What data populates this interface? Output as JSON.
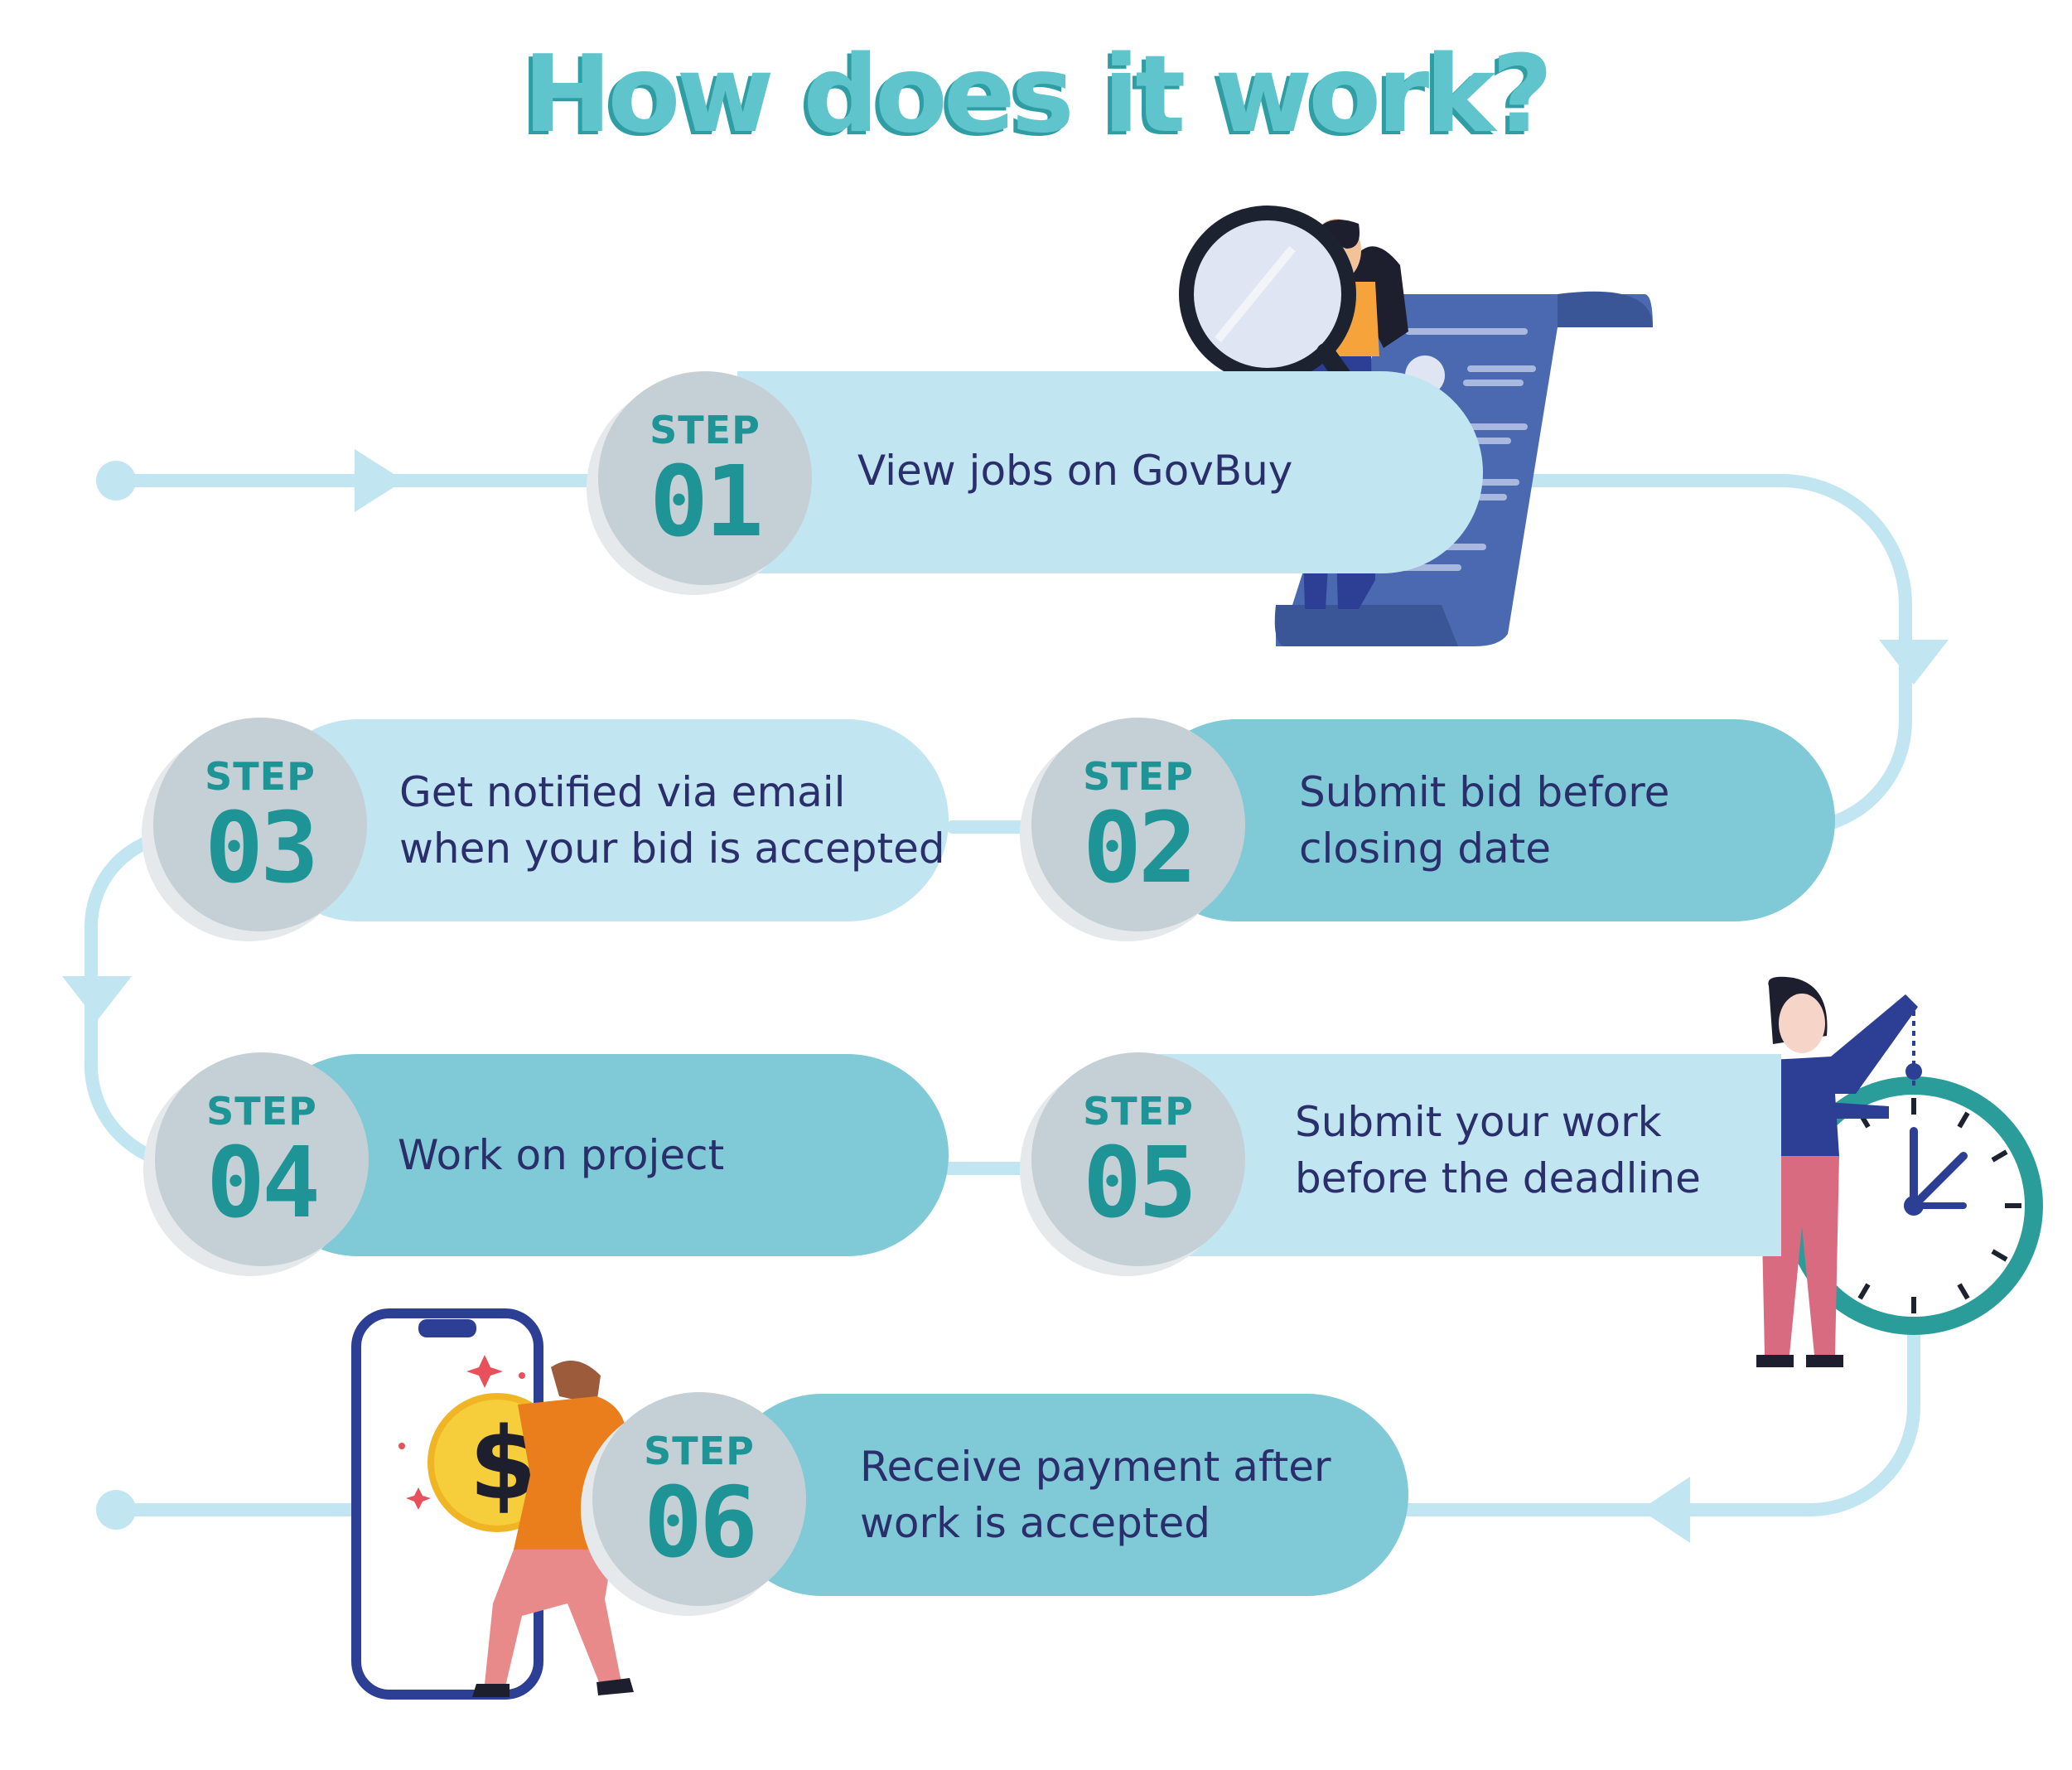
{
  "title": "How does it work?",
  "colors": {
    "title": "#5fc4cc",
    "title_shadow": "#2e9ea4",
    "pill_light": "#c2e5f2",
    "pill_dark": "#7fcad6",
    "badge": "#c5d0d6",
    "badge_text": "#1f9496",
    "text": "#2a2f6c",
    "connector": "#c2e5f2"
  },
  "steps": [
    {
      "label": "STEP",
      "number": "01",
      "line1": "View jobs on GovBuy",
      "line2": ""
    },
    {
      "label": "STEP",
      "number": "02",
      "line1": "Submit bid before",
      "line2": "closing date"
    },
    {
      "label": "STEP",
      "number": "03",
      "line1": "Get notified via email",
      "line2": "when your bid is accepted"
    },
    {
      "label": "STEP",
      "number": "04",
      "line1": "Work on project",
      "line2": ""
    },
    {
      "label": "STEP",
      "number": "05",
      "line1": "Submit your work",
      "line2": "before the deadline"
    },
    {
      "label": "STEP",
      "number": "06",
      "line1": "Receive payment after",
      "line2": "work is accepted"
    }
  ],
  "illustrations": {
    "step1": "woman-magnifier-document-illustration",
    "step5": "woman-clock-illustration",
    "step6": "man-coin-phone-illustration",
    "dollar_sign": "$"
  }
}
